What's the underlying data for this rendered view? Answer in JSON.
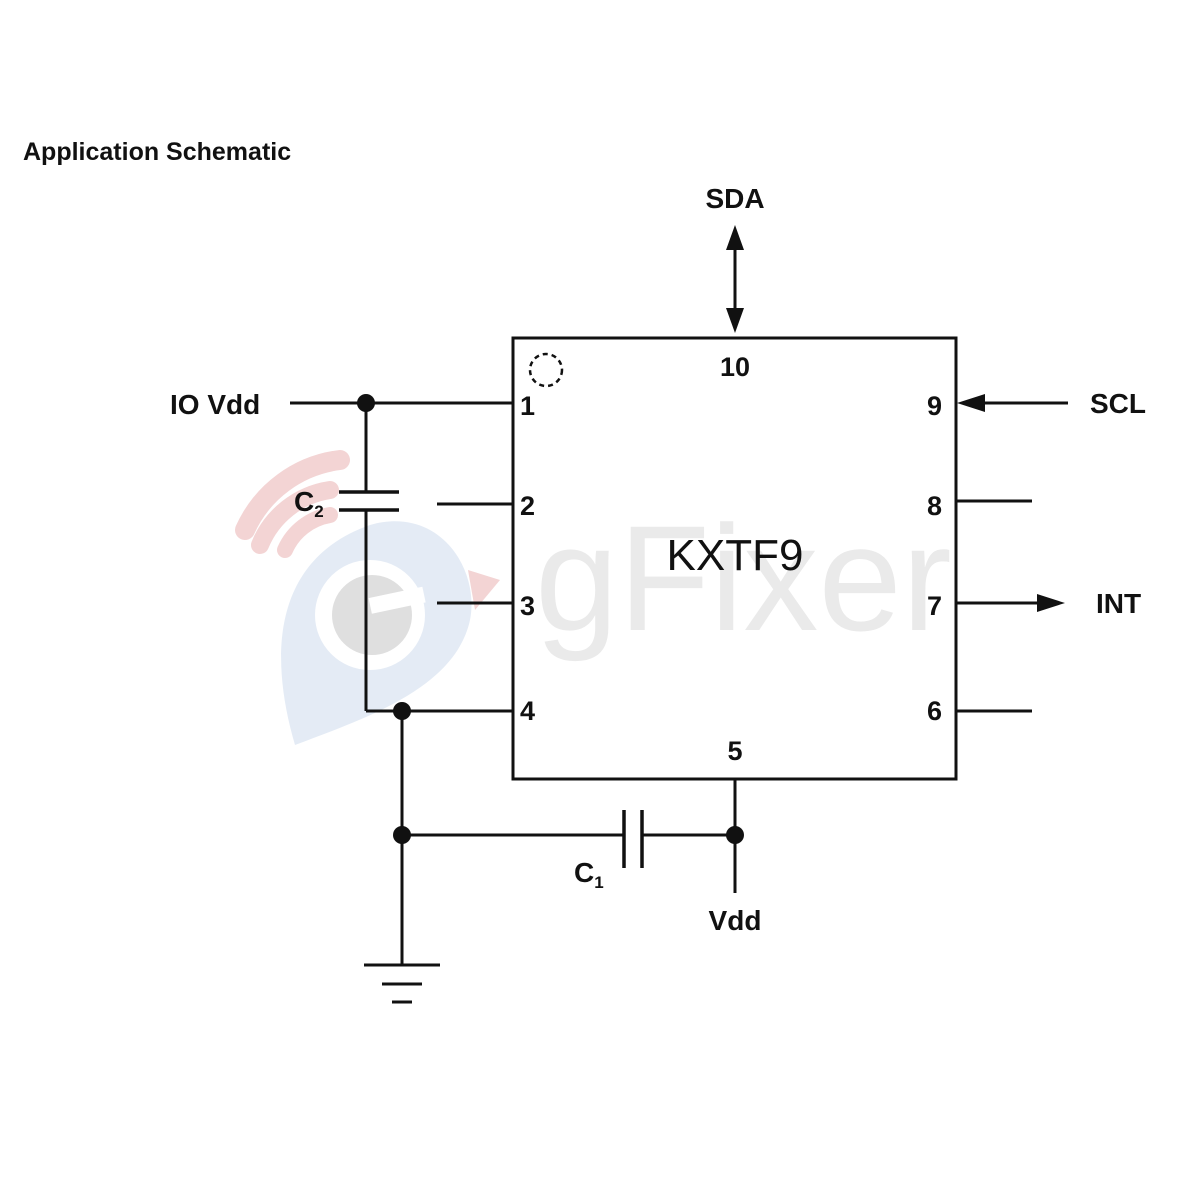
{
  "title": "Application Schematic",
  "chip": {
    "name": "KXTF9"
  },
  "pins": {
    "p1": "1",
    "p2": "2",
    "p3": "3",
    "p4": "4",
    "p5": "5",
    "p6": "6",
    "p7": "7",
    "p8": "8",
    "p9": "9",
    "p10": "10"
  },
  "nets": {
    "sda": "SDA",
    "scl": "SCL",
    "int": "INT",
    "io_vdd": "IO Vdd",
    "vdd": "Vdd"
  },
  "components": {
    "c1": {
      "letter": "C",
      "index": "1"
    },
    "c2": {
      "letter": "C",
      "index": "2"
    }
  },
  "watermark": {
    "text": "gFixer",
    "colors": {
      "signal": "#e8b5b5",
      "pin": "#c9d8ec",
      "gray": "#cccccc"
    }
  }
}
